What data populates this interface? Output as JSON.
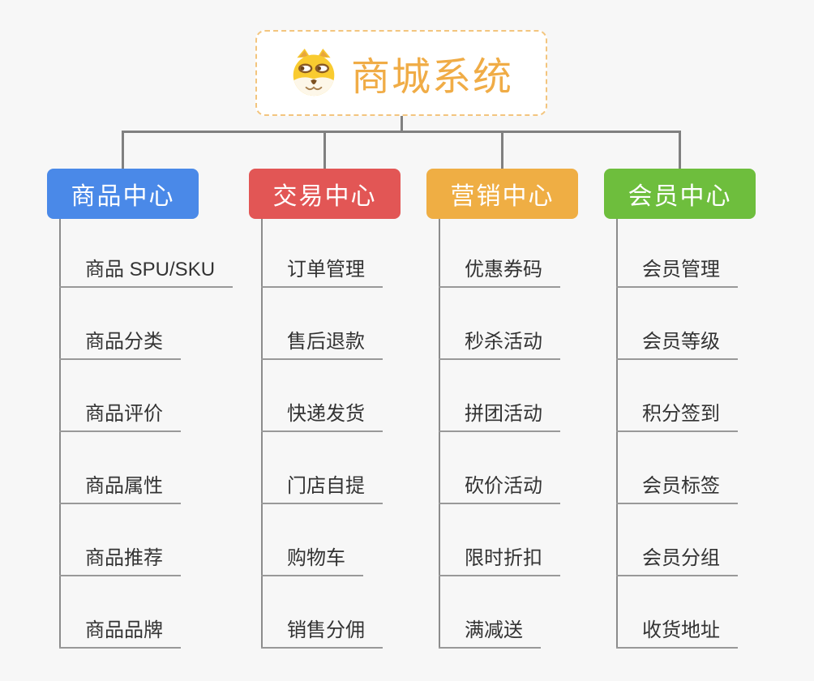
{
  "root": {
    "title": "商城系统",
    "icon": "dog-face-icon",
    "text_color": "#f0ac46",
    "border_color": "#f3c57e",
    "background": "#ffffff"
  },
  "connector_color": "#808080",
  "underline_color": "#999999",
  "background_color": "#f7f7f7",
  "branches": [
    {
      "label": "商品中心",
      "color": "#4a89e8",
      "items": [
        "商品 SPU/SKU",
        "商品分类",
        "商品评价",
        "商品属性",
        "商品推荐",
        "商品品牌"
      ]
    },
    {
      "label": "交易中心",
      "color": "#e25655",
      "items": [
        "订单管理",
        "售后退款",
        "快递发货",
        "门店自提",
        "购物车",
        "销售分佣"
      ]
    },
    {
      "label": "营销中心",
      "color": "#efae44",
      "items": [
        "优惠券码",
        "秒杀活动",
        "拼团活动",
        "砍价活动",
        "限时折扣",
        "满减送"
      ]
    },
    {
      "label": "会员中心",
      "color": "#6ebe3d",
      "items": [
        "会员管理",
        "会员等级",
        "积分签到",
        "会员标签",
        "会员分组",
        "收货地址"
      ]
    }
  ]
}
